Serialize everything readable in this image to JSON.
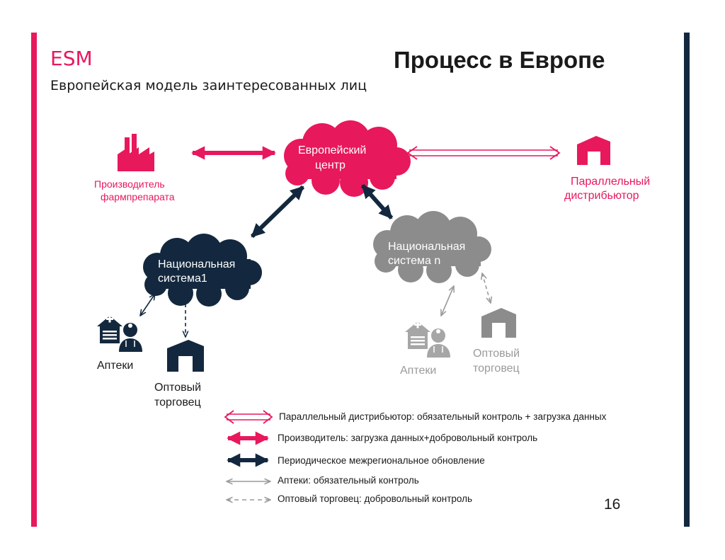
{
  "header": {
    "esm": "ESM",
    "subtitle": "Европейская модель заинтересованных лиц",
    "title": "Процесс в Европе"
  },
  "nodes": {
    "eu_hub": {
      "line1": "Европейский",
      "line2": "центр"
    },
    "manufacturer": {
      "line1": "Производитель",
      "line2": "фармпрепарата"
    },
    "parallel": {
      "line1": "Параллельный",
      "line2": "дистрибьютор"
    },
    "national1": {
      "line1": "Национальная",
      "line2": "система1"
    },
    "national_n": {
      "line1": "Национальная",
      "line2": "система n"
    },
    "pharmacies1": "Аптеки",
    "wholesaler1": {
      "line1": "Оптовый",
      "line2": "торговец"
    },
    "pharmacies_n": "Аптеки",
    "wholesaler_n": {
      "line1": "Оптовый",
      "line2": "торговец"
    }
  },
  "legend": [
    {
      "text": "Параллельный дистрибьютор: обязательный контроль + загрузка данных"
    },
    {
      "text": "Производитель: загрузка данных+добровольный контроль"
    },
    {
      "text": "Периодическое межрегиональное обновление"
    },
    {
      "text": "Аптеки: обязательный контроль"
    },
    {
      "text": "Оптовый торговец: добровольный контроль"
    }
  ],
  "page_number": "16",
  "colors": {
    "pink": "#e8185c",
    "navy": "#13283e",
    "gray": "#8c8c8c",
    "light_gray": "#a6a6a6"
  }
}
